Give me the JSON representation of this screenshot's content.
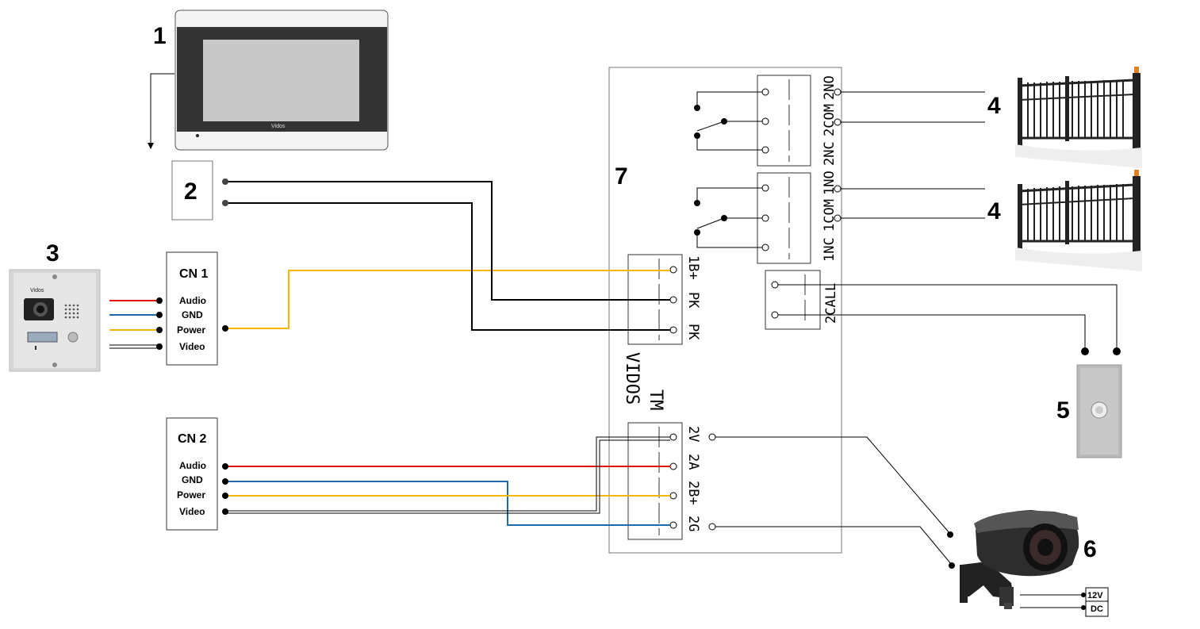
{
  "labels": {
    "monitor": "1",
    "power_supply": "2",
    "outdoor_panel": "3",
    "gate_a": "4",
    "gate_b": "4",
    "button": "5",
    "camera": "6",
    "controller": "7"
  },
  "cn1": {
    "title": "CN 1",
    "pins": [
      "Audio",
      "GND",
      "Power",
      "Video"
    ]
  },
  "cn2": {
    "title": "CN 2",
    "pins": [
      "Audio",
      "GND",
      "Power",
      "Video"
    ]
  },
  "controller": {
    "relay2_terminals": [
      "2NO",
      "2COM",
      "2NC"
    ],
    "relay1_terminals": [
      "1NO",
      "1COM",
      "1NC"
    ],
    "call_terminal": "2CALL",
    "input_terminals": [
      "1B+",
      "PK",
      "PK"
    ],
    "output_terminals": [
      "2V",
      "2A",
      "2B+",
      "2G"
    ],
    "brand_label": "VIDOS",
    "tm_label": "TM"
  },
  "device_brand": {
    "monitor": "Vidos",
    "panel": "Vidos"
  },
  "camera_psu": {
    "line1": "12V",
    "line2": "DC"
  },
  "colors": {
    "audio": "#e3120b",
    "gnd": "#1e6aa8",
    "power": "#f5b800",
    "video": "#000000",
    "wire": "#000000"
  },
  "icons": [
    "monitor-icon",
    "outdoor-panel-icon",
    "gate-icon",
    "doorbell-button-icon",
    "camera-icon"
  ]
}
